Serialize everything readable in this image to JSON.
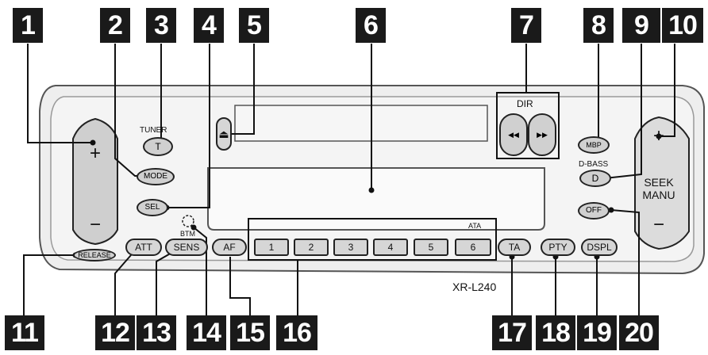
{
  "callouts": [
    "1",
    "2",
    "3",
    "4",
    "5",
    "6",
    "7",
    "8",
    "9",
    "10",
    "11",
    "12",
    "13",
    "14",
    "15",
    "16",
    "17",
    "18",
    "19",
    "20"
  ],
  "labels": {
    "tuner": "TUNER",
    "dir": "DIR",
    "d_bass": "D-BASS",
    "btm": "BTM",
    "ata": "ATA",
    "seek": "SEEK",
    "manu": "MANU",
    "model": "XR-L240"
  },
  "buttons": {
    "volume_plus": "+",
    "volume_minus": "−",
    "tuner_t": "T",
    "mode": "MODE",
    "sel": "SEL",
    "eject": "⏏",
    "rew": "◀◀",
    "ff": "▶▶",
    "mbp": "MBP",
    "d": "D",
    "off": "OFF",
    "seek_plus": "+",
    "seek_minus": "−",
    "release": "RELEASE",
    "att": "ATT",
    "sens": "SENS",
    "af": "AF",
    "preset": [
      "1",
      "2",
      "3",
      "4",
      "5",
      "6"
    ],
    "ta": "TA",
    "pty": "PTY",
    "dspl": "DSPL"
  }
}
